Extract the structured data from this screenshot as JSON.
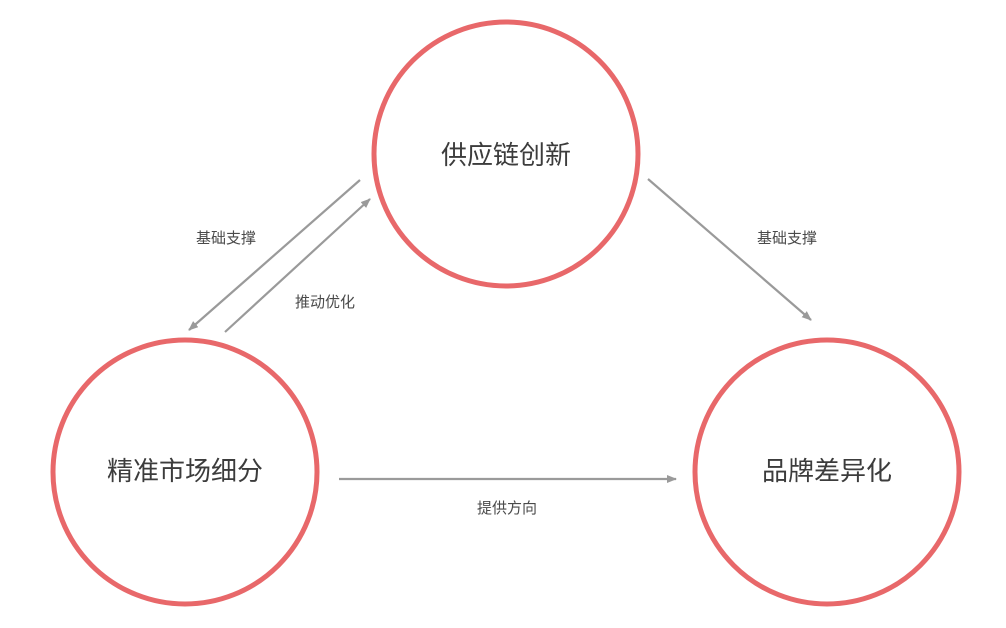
{
  "nodes": {
    "supply_chain": {
      "label": "供应链创新"
    },
    "market_segmentation": {
      "label": "精准市场细分"
    },
    "brand_differentiation": {
      "label": "品牌差异化"
    }
  },
  "edges": {
    "supply_to_market": {
      "label": "基础支撑"
    },
    "market_to_supply": {
      "label": "推动优化"
    },
    "supply_to_brand": {
      "label": "基础支撑"
    },
    "market_to_brand": {
      "label": "提供方向"
    }
  },
  "colors": {
    "circle_stroke": "#e8686a",
    "arrow": "#9a9a9a",
    "text": "#3c3c3c"
  }
}
